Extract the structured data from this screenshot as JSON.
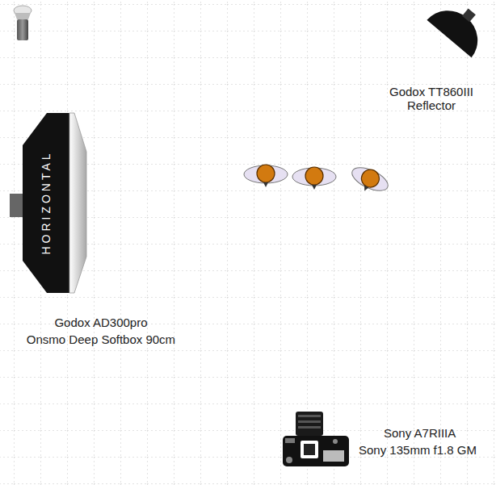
{
  "diagram": {
    "labels": [
      "HORIZONTAL",
      "Godox TT860III",
      "Reflector",
      "Godox AD300pro",
      "Onsmo Deep Softbox 90cm",
      "Sony A7RIIIA",
      "Sony 135mm f1.8 GM"
    ]
  }
}
